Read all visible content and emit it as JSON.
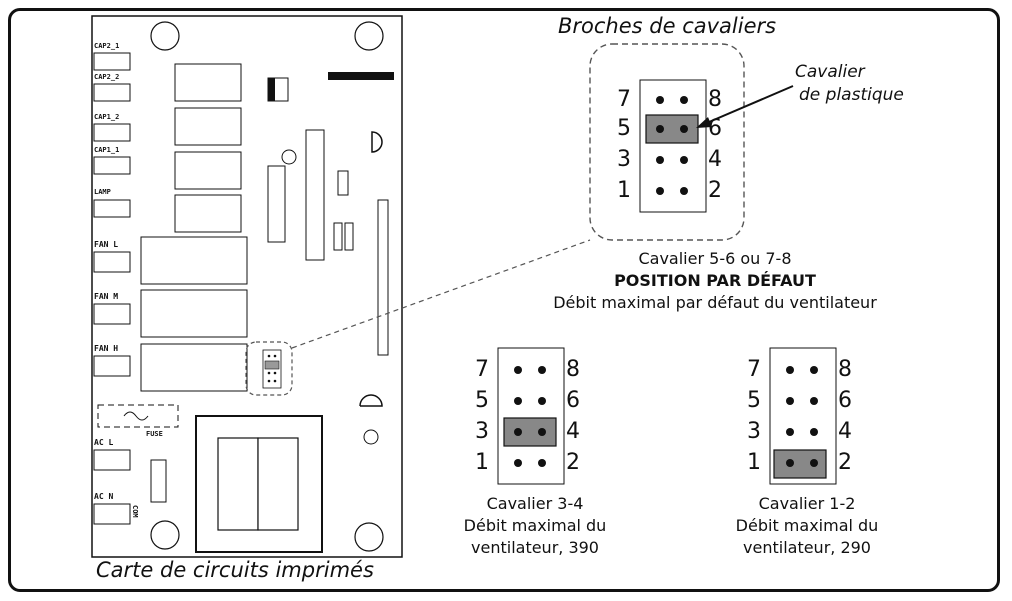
{
  "pcb": {
    "title": "Carte de circuits imprimés",
    "connectors": [
      "CAP2_1",
      "CAP2_2",
      "CAP1_2",
      "CAP1_1",
      "LAMP",
      "FAN L",
      "FAN M",
      "FAN H",
      "AC L",
      "AC N"
    ],
    "fuse_label": "FUSE",
    "com_label": "COM"
  },
  "jumper_pins": {
    "title": "Broches de cavaliers",
    "note_line1": "Cavalier",
    "note_line2": "de plastique"
  },
  "blocks": [
    {
      "pins_left": [
        "7",
        "5",
        "3",
        "1"
      ],
      "pins_right": [
        "8",
        "6",
        "4",
        "2"
      ],
      "jumper": "5-6",
      "caption_line1": "Cavalier 5-6 ou 7-8",
      "caption_line2": "POSITION PAR DÉFAUT",
      "caption_line3": "Débit maximal par défaut du ventilateur"
    },
    {
      "pins_left": [
        "7",
        "5",
        "3",
        "1"
      ],
      "pins_right": [
        "8",
        "6",
        "4",
        "2"
      ],
      "jumper": "3-4",
      "caption_line1": "Cavalier 3-4",
      "caption_line2": "Débit maximal du",
      "caption_line3": "ventilateur, 390"
    },
    {
      "pins_left": [
        "7",
        "5",
        "3",
        "1"
      ],
      "pins_right": [
        "8",
        "6",
        "4",
        "2"
      ],
      "jumper": "1-2",
      "caption_line1": "Cavalier 1-2",
      "caption_line2": "Débit maximal du",
      "caption_line3": "ventilateur, 290"
    }
  ]
}
